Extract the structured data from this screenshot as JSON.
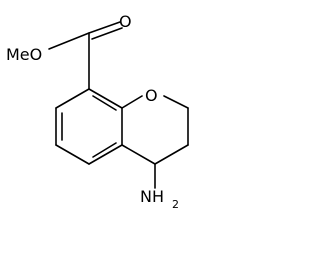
{
  "molecule": {
    "labels": {
      "methoxy": "MeO",
      "carbonyl_oxygen": "O",
      "ring_oxygen": "O",
      "amine": "NH",
      "amine_subscript": "2"
    }
  }
}
